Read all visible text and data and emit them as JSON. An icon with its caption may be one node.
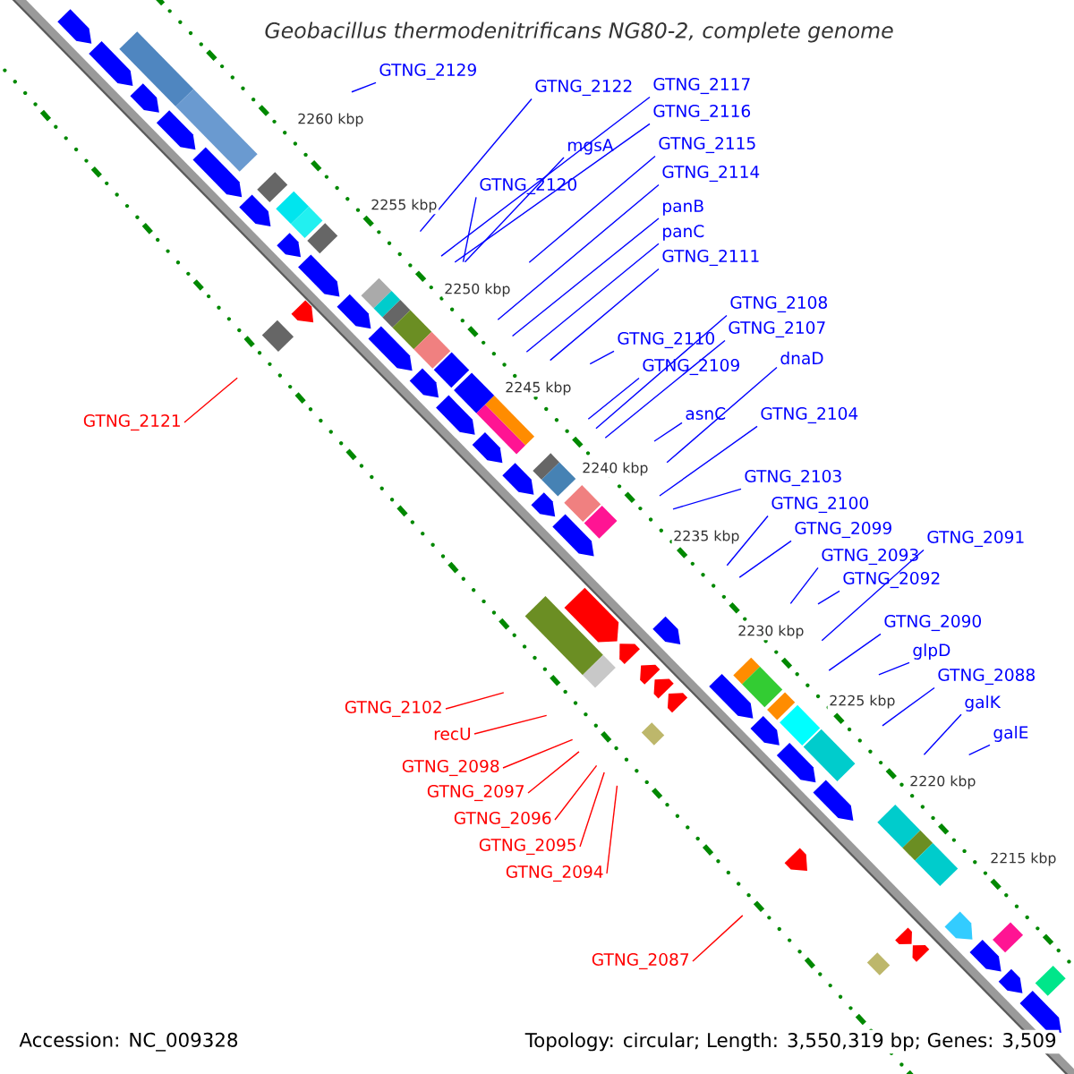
{
  "diagram": {
    "title": "Geobacillus thermodenitrificans NG80-2, complete genome",
    "nodes": [
      {
        "text": [
          "GTNG_2129"
        ]
      },
      {
        "text": [
          "GTNG_2117"
        ]
      },
      {
        "text": [
          "GTNG_2122"
        ]
      },
      {
        "text": [
          "GTNG_2116"
        ]
      },
      {
        "text": [
          "GTNG_2115"
        ]
      },
      {
        "text": [
          "mgsA"
        ]
      },
      {
        "text": [
          "GTNG_2114"
        ]
      },
      {
        "text": [
          "GTNG_2120"
        ]
      },
      {
        "text": [
          "panB"
        ]
      },
      {
        "text": [
          "panC"
        ]
      },
      {
        "text": [
          "GTNG_2111"
        ]
      },
      {
        "text": [
          "GTNG_2108"
        ]
      },
      {
        "text": [
          "GTNG_2107"
        ]
      },
      {
        "text": [
          "GTNG_2110"
        ]
      },
      {
        "text": [
          "dnaD"
        ]
      },
      {
        "text": [
          "GTNG_2109"
        ]
      },
      {
        "text": [
          "asnC"
        ]
      },
      {
        "text": [
          "GTNG_2104"
        ]
      },
      {
        "text": [
          "GTNG_2103"
        ]
      },
      {
        "text": [
          "GTNG_2100"
        ]
      },
      {
        "text": [
          "GTNG_2099"
        ]
      },
      {
        "text": [
          "GTNG_2091"
        ]
      },
      {
        "text": [
          "GTNG_2093"
        ]
      },
      {
        "text": [
          "GTNG_2092"
        ]
      },
      {
        "text": [
          "GTNG_2090"
        ]
      },
      {
        "text": [
          "glpD"
        ]
      },
      {
        "text": [
          "GTNG_2088"
        ]
      },
      {
        "text": [
          "galK"
        ]
      },
      {
        "text": [
          "galE"
        ]
      },
      {
        "text": [
          "GTNG_2121"
        ]
      },
      {
        "text": [
          "GTNG_2102"
        ]
      },
      {
        "text": [
          "recU"
        ]
      },
      {
        "text": [
          "GTNG_2098"
        ]
      },
      {
        "text": [
          "GTNG_2097"
        ]
      },
      {
        "text": [
          "GTNG_2096"
        ]
      },
      {
        "text": [
          "GTNG_2095"
        ]
      },
      {
        "text": [
          "GTNG_2094"
        ]
      },
      {
        "text": [
          "GTNG_2087"
        ]
      }
    ],
    "edges": [
      {
        "from": 0,
        "to": null,
        "arrow": "none"
      },
      {
        "from": 1,
        "to": null,
        "arrow": "none"
      },
      {
        "from": 2,
        "to": null,
        "arrow": "none"
      },
      {
        "from": 3,
        "to": null,
        "arrow": "none"
      },
      {
        "from": 4,
        "to": null,
        "arrow": "none"
      },
      {
        "from": 5,
        "to": null,
        "arrow": "none"
      },
      {
        "from": 6,
        "to": null,
        "arrow": "none"
      },
      {
        "from": 7,
        "to": null,
        "arrow": "none"
      },
      {
        "from": 8,
        "to": null,
        "arrow": "none"
      },
      {
        "from": 9,
        "to": null,
        "arrow": "none"
      },
      {
        "from": 10,
        "to": null,
        "arrow": "none"
      },
      {
        "from": 11,
        "to": null,
        "arrow": "none"
      },
      {
        "from": 12,
        "to": null,
        "arrow": "none"
      },
      {
        "from": 13,
        "to": null,
        "arrow": "none"
      },
      {
        "from": 14,
        "to": null,
        "arrow": "none"
      },
      {
        "from": 15,
        "to": null,
        "arrow": "none"
      },
      {
        "from": 16,
        "to": null,
        "arrow": "none"
      },
      {
        "from": 17,
        "to": null,
        "arrow": "none"
      },
      {
        "from": 18,
        "to": null,
        "arrow": "none"
      },
      {
        "from": 19,
        "to": null,
        "arrow": "none"
      },
      {
        "from": 20,
        "to": null,
        "arrow": "none"
      },
      {
        "from": 21,
        "to": null,
        "arrow": "none"
      },
      {
        "from": 22,
        "to": null,
        "arrow": "none"
      },
      {
        "from": 23,
        "to": null,
        "arrow": "none"
      },
      {
        "from": 24,
        "to": null,
        "arrow": "none"
      },
      {
        "from": 25,
        "to": null,
        "arrow": "none"
      },
      {
        "from": 26,
        "to": null,
        "arrow": "none"
      },
      {
        "from": 27,
        "to": null,
        "arrow": "none"
      },
      {
        "from": 28,
        "to": null,
        "arrow": "none"
      },
      {
        "from": 29,
        "to": null,
        "arrow": "none",
        "color": "#ff0000"
      },
      {
        "from": 30,
        "to": null,
        "arrow": "none",
        "color": "#ff0000"
      },
      {
        "from": 31,
        "to": null,
        "arrow": "none",
        "color": "#ff0000"
      },
      {
        "from": 32,
        "to": null,
        "arrow": "none",
        "color": "#ff0000"
      },
      {
        "from": 33,
        "to": null,
        "arrow": "none",
        "color": "#ff0000"
      },
      {
        "from": 34,
        "to": null,
        "arrow": "none",
        "color": "#ff0000"
      },
      {
        "from": 35,
        "to": null,
        "arrow": "none",
        "color": "#ff0000"
      },
      {
        "from": 36,
        "to": null,
        "arrow": "none",
        "color": "#ff0000"
      },
      {
        "from": 37,
        "to": null,
        "arrow": "none",
        "color": "#ff0000"
      }
    ],
    "labels": [
      "2260 kbp",
      "2255 kbp",
      "2250 kbp",
      "2245 kbp",
      "2240 kbp",
      "2235 kbp",
      "2230 kbp",
      "2225 kbp",
      "2220 kbp",
      "2215 kbp",
      "Accession: NC_009328",
      "Topology: circular; Length: 3,550,319 bp; Genes: 3,509"
    ]
  }
}
